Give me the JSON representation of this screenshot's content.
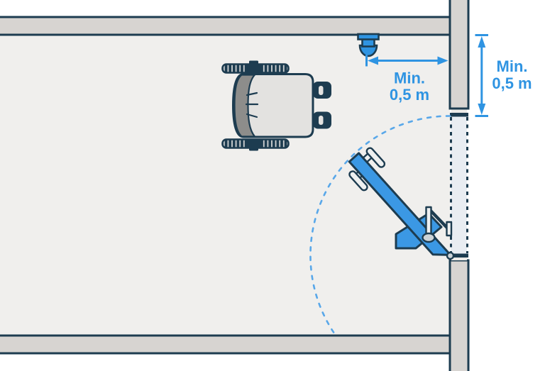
{
  "page": {
    "title": "Door clearance floor-plan diagram",
    "background": "#ffffff"
  },
  "colors": {
    "background": "#ffffff",
    "ink": "#1d3c50",
    "wall_fill": "#d7d4d1",
    "floor": "#f0efed",
    "accent_blue": "#2f94e2",
    "door_blue": "#3b98e4",
    "arc_blue": "#58a7e9",
    "opening_fill": "#e9edf2",
    "jamb_light": "#eceae7",
    "part_light": "#eef0f0",
    "chair_body": "#e3e2e0",
    "chair_gray": "#8d8d8b",
    "tread_slit": "#cfd2d3"
  },
  "labels": {
    "dim_horizontal": {
      "line1": "Min.",
      "line2": "0,5 m"
    },
    "dim_vertical": {
      "line1": "Min.",
      "line2": "0,5 m"
    }
  },
  "icons": {
    "wheelchair": "wheelchair-top-view",
    "door": "door-leaf-open-45deg",
    "swing_arc": "door-swing-arc-dashed",
    "wall_fitting": "wall-mounted-door-stop",
    "dimension": "double-headed-dimension-arrow"
  }
}
